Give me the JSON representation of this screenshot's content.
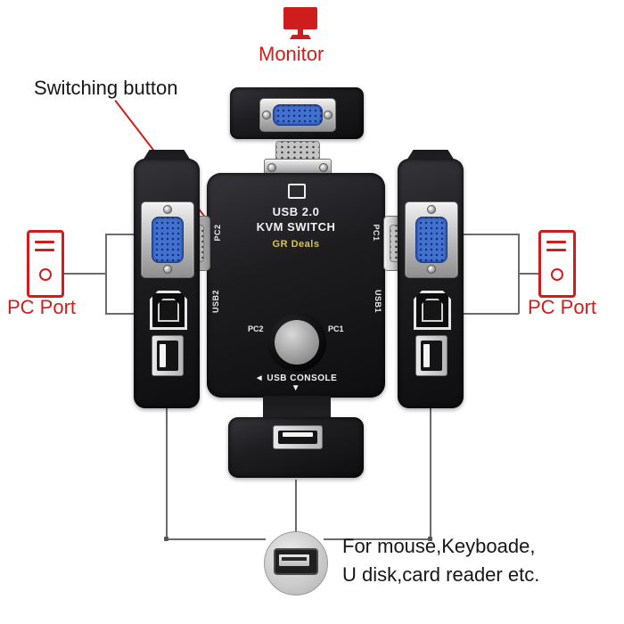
{
  "annotations": {
    "switching_button": "Switching button",
    "monitor": "Monitor",
    "pc_port_left": "PC Port",
    "pc_port_right": "PC Port",
    "usage_line1": "For mouse,Keyboade,",
    "usage_line2": "U disk,card reader etc."
  },
  "device": {
    "model_line1": "USB 2.0",
    "model_line2": "KVM SWITCH",
    "brand": "GR Deals",
    "label_pc2": "PC2",
    "label_pc1": "PC1",
    "label_usb2": "USB2",
    "label_usb1": "USB1",
    "button_label_left": "PC2",
    "button_label_right": "PC1",
    "console_label": "◄ USB CONSOLE",
    "console_arrow": "▼"
  },
  "colors": {
    "accent_red": "#cf1d1d",
    "vga_blue": "#4271cf",
    "brand_yellow": "#d9c44d",
    "device_black": "#1d1d20"
  }
}
